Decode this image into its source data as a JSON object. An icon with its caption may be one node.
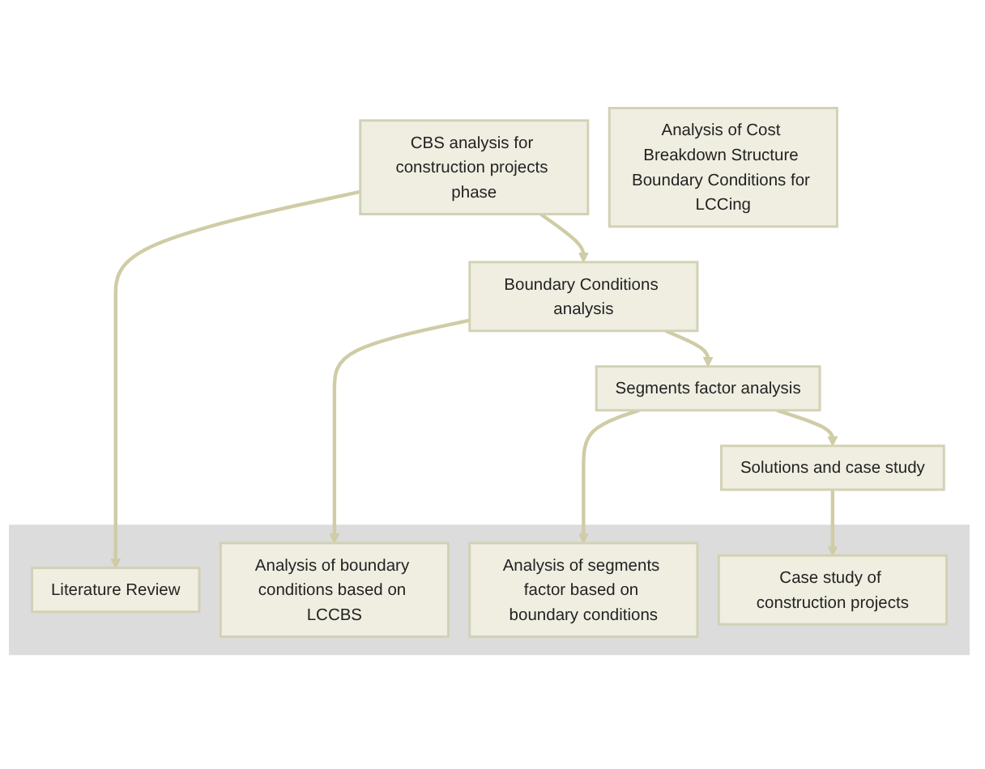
{
  "diagram": {
    "nodes": [
      {
        "text": [
          "Analysis of Cost Breakdown Structure Boundary Conditions for LCCing"
        ]
      },
      {
        "text": [
          "CBS analysis for construction projects phase"
        ]
      },
      {
        "text": [
          "Boundary Conditions analysis"
        ]
      },
      {
        "text": [
          "Segments factor analysis"
        ]
      },
      {
        "text": [
          "Solutions and case study"
        ]
      },
      {
        "text": [],
        "shape": "box"
      },
      {
        "text": [
          "Literature Review"
        ],
        "in": 5
      },
      {
        "text": [
          "Analysis of boundary conditions based on LCCBS"
        ],
        "in": 5
      },
      {
        "text": [
          "Analysis of segments factor based on boundary conditions"
        ],
        "in": 5
      },
      {
        "text": [
          "Case study of construction projects"
        ],
        "in": 5
      }
    ],
    "edges": [
      {
        "from": 1,
        "to": 2,
        "arrow": "to"
      },
      {
        "from": 2,
        "to": 3,
        "arrow": "to"
      },
      {
        "from": 3,
        "to": 4,
        "arrow": "to"
      },
      {
        "from": 1,
        "to": 6,
        "arrow": "to"
      },
      {
        "from": 2,
        "to": 7,
        "arrow": "to"
      },
      {
        "from": 3,
        "to": 8,
        "arrow": "to"
      },
      {
        "from": 4,
        "to": 9,
        "arrow": "to"
      }
    ]
  }
}
